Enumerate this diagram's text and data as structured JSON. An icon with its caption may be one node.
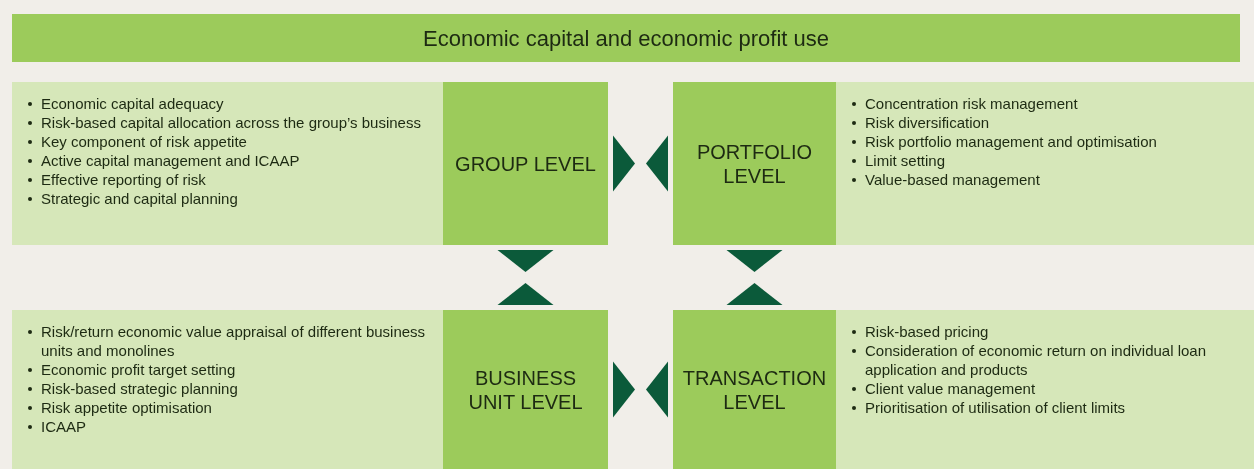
{
  "diagram": {
    "title": "Economic capital and economic profit use",
    "nodes": [
      {
        "text": [
          "Economic capital adequacy",
          "Risk-based capital allocation across the group’s business",
          "Key component of risk appetite",
          "Active capital management and ICAAP",
          "Effective reporting of risk",
          "Strategic and capital planning"
        ]
      },
      {
        "text": [
          "GROUP LEVEL"
        ]
      },
      {
        "text": [
          "PORTFOLIO LEVEL"
        ]
      },
      {
        "text": [
          "Concentration risk management",
          "Risk diversification",
          "Risk portfolio management and optimisation",
          "Limit setting",
          "Value-based management"
        ]
      },
      {
        "text": [
          "Risk/return economic value appraisal of different business units and monolines",
          "Economic profit target setting",
          "Risk-based strategic planning",
          "Risk appetite optimisation",
          "ICAAP"
        ]
      },
      {
        "text": [
          "BUSINESS UNIT LEVEL"
        ]
      },
      {
        "text": [
          "TRANSACTION LEVEL"
        ]
      },
      {
        "text": [
          "Risk-based pricing",
          "Consideration of economic return on individual loan application and products",
          "Client value management",
          "Prioritisation of utilisation of client limits"
        ]
      }
    ],
    "edges": [
      {
        "from": 1,
        "to": 2,
        "arrow": "other"
      },
      {
        "from": 1,
        "to": 5,
        "arrow": "other"
      },
      {
        "from": 2,
        "to": 6,
        "arrow": "other"
      },
      {
        "from": 5,
        "to": 6,
        "arrow": "other"
      }
    ]
  }
}
